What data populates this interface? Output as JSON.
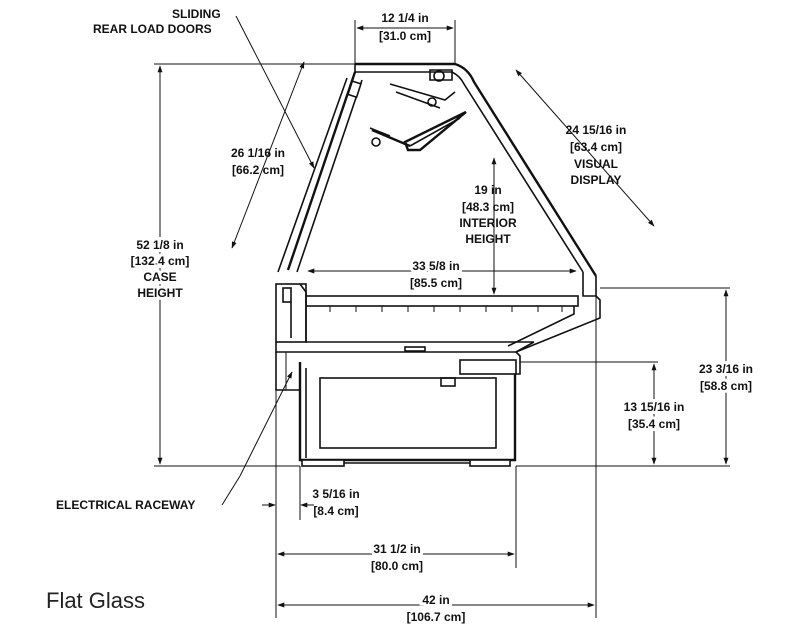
{
  "caption": "Flat Glass",
  "labels": {
    "sliding_doors_1": "SLIDING",
    "sliding_doors_2": "REAR LOAD DOORS",
    "top_width_in": "12 1/4 in",
    "top_width_cm": "[31.0 cm]",
    "door_len_in": "26 1/16 in",
    "door_len_cm": "[66.2 cm]",
    "visual_in": "24 15/16 in",
    "visual_cm": "[63.4 cm]",
    "visual_1": "VISUAL",
    "visual_2": "DISPLAY",
    "interior_in": "19 in",
    "interior_cm": "[48.3 cm]",
    "interior_1": "INTERIOR",
    "interior_2": "HEIGHT",
    "case_h_in": "52 1/8 in",
    "case_h_cm": "[132.4 cm]",
    "case_h_1": "CASE",
    "case_h_2": "HEIGHT",
    "deck_w_in": "33 5/8 in",
    "deck_w_cm": "[85.5 cm]",
    "front_h_in": "23 3/16 in",
    "front_h_cm": "[58.8 cm]",
    "base_h_in": "13 15/16 in",
    "base_h_cm": "[35.4 cm]",
    "raceway": "ELECTRICAL RACEWAY",
    "setback_in": "3 5/16 in",
    "setback_cm": "[8.4 cm]",
    "base_w_in": "31 1/2 in",
    "base_w_cm": "[80.0 cm]",
    "total_w_in": "42 in",
    "total_w_cm": "[106.7 cm]"
  }
}
